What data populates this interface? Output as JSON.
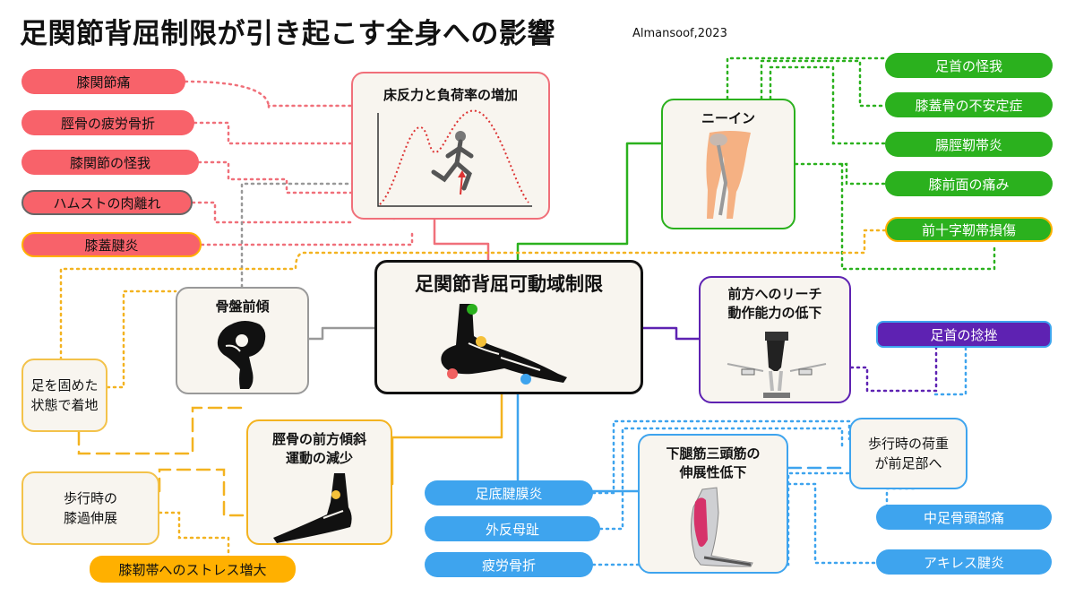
{
  "title": "足関節背屈制限が引き起こす全身への影響",
  "citation": "Almansoof,2023",
  "center": {
    "label": "足関節背屈可動域制限"
  },
  "nodes": {
    "grf": "床反力と負荷率の増加",
    "kneein": "ニーイン",
    "pelvis": "骨盤前傾",
    "reach": "前方へのリーチ\n動作能力の低下",
    "tibia": "脛骨の前方傾斜\n運動の減少",
    "triceps": "下腿筋三頭筋の\n伸展性低下"
  },
  "notes": {
    "stifflanding": "足を固めた\n状態で着地",
    "kneehyper": "歩行時の\n膝過伸展",
    "forefoot": "歩行時の荷重\nが前足部へ"
  },
  "left_red": [
    "膝関節痛",
    "脛骨の疲労骨折",
    "膝関節の怪我",
    "ハムストの肉離れ",
    "膝蓋腱炎"
  ],
  "right_green": [
    "足首の怪我",
    "膝蓋骨の不安定症",
    "腸脛靭帯炎",
    "膝前面の痛み",
    "前十字靭帯損傷"
  ],
  "ankle_sprain": "足首の捻挫",
  "knee_ligament_stress": "膝靭帯へのストレス増大",
  "blue_left": [
    "足底腱膜炎",
    "外反母趾",
    "疲労骨折"
  ],
  "blue_right": [
    "中足骨頭部痛",
    "アキレス腱炎"
  ],
  "colors": {
    "red": "#f8626a",
    "green": "#2bb11e",
    "blue": "#3ea4ee",
    "purple": "#5e22b2",
    "orange": "#ffb000",
    "gray": "#999999"
  }
}
